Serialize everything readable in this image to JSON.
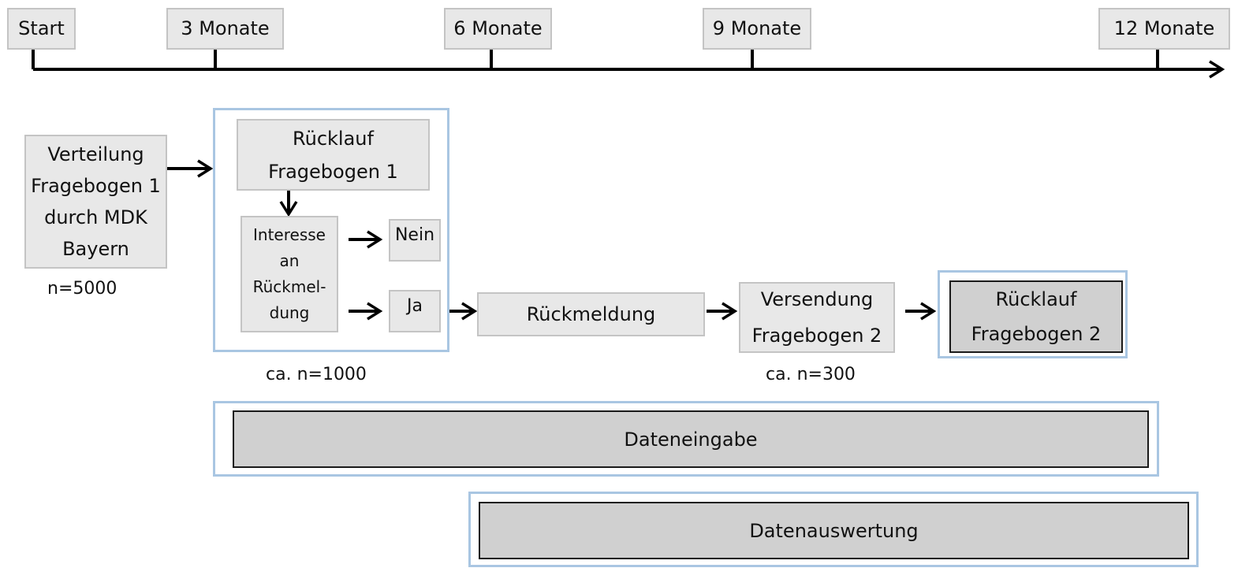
{
  "timeline": {
    "start": "Start",
    "m3": "3 Monate",
    "m6": "6 Monate",
    "m9": "9 Monate",
    "m12": "12 Monate"
  },
  "boxes": {
    "verteilung": "Verteilung\nFragebogen 1\ndurch MDK\nBayern",
    "ruecklauf1": "Rücklauf\nFragebogen 1",
    "interesse": "Interesse\nan\nRückmel-\ndung",
    "nein": "Nein",
    "ja": "Ja",
    "rueckmeldung": "Rückmeldung",
    "versendung": "Versendung\nFragebogen 2",
    "ruecklauf2": "Rücklauf\nFragebogen 2",
    "dateneingabe": "Dateneingabe",
    "datenauswertung": "Datenauswertung"
  },
  "notes": {
    "n5000": "n=5000",
    "n1000": "ca. n=1000",
    "n300": "ca. n=300"
  },
  "colors": {
    "box_fill": "#e8e8e8",
    "dark_fill": "#d0d0d0",
    "frame": "#a9c6e2"
  }
}
